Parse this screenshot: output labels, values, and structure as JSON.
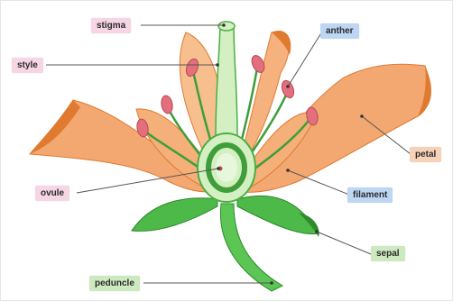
{
  "colors": {
    "petal_fill": "#f3a872",
    "petal_edge": "#e07a30",
    "petal_back": "#f7bf8d",
    "stamen_green": "#3f9e3a",
    "anther_fill": "#e36f7c",
    "pistil_fill": "#d4f0c2",
    "ovary_green": "#4cae45",
    "sepal_green": "#4db948",
    "stalk_green": "#5bc653",
    "leader_line": "#555555",
    "label_pink": "#f6d6e4",
    "label_blue": "#bcd6f3",
    "label_peach": "#f8d2b8",
    "label_green": "#cde9c0"
  },
  "labels": {
    "stigma": "stigma",
    "style": "style",
    "anther": "anther",
    "petal": "petal",
    "ovule": "ovule",
    "filament": "filament",
    "sepal": "sepal",
    "peduncle": "peduncle"
  }
}
